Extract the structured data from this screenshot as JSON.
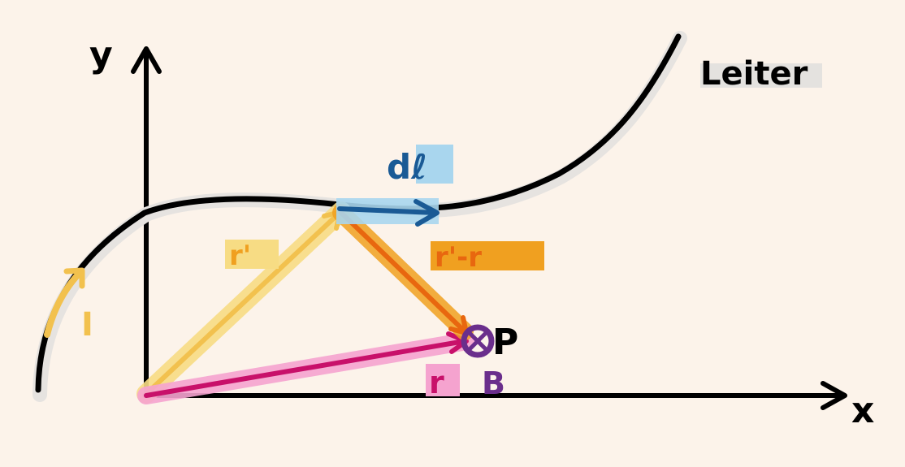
{
  "axes": {
    "x_label": "x",
    "y_label": "y"
  },
  "wire": {
    "label": "Leiter"
  },
  "current": {
    "label": "I"
  },
  "vectors": {
    "r_prime": {
      "label": "r'"
    },
    "r": {
      "label": "r"
    },
    "difference": {
      "label": "r'-r"
    },
    "dl": {
      "label": "dℓ"
    }
  },
  "point": {
    "label": "P",
    "field_label": "B"
  },
  "colors": {
    "background": "#fcf3ea",
    "ink": "#000000",
    "yellow": "#f2c14e",
    "yellow_highlight": "#f7dc84",
    "orange": "#f0a020",
    "dark_orange": "#e8670f",
    "magenta": "#c8106a",
    "pink_highlight": "#f5a3cf",
    "blue": "#1a5a95",
    "blue_highlight": "#a9d6ee",
    "purple": "#6a2e8c"
  }
}
